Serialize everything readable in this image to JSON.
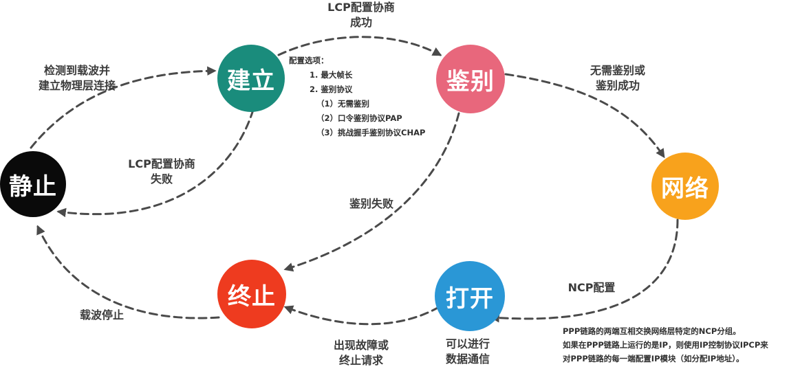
{
  "nodes": {
    "dead": {
      "label": "静止",
      "color": "#0a0a0a"
    },
    "establish": {
      "label": "建立",
      "color": "#1a8c7c"
    },
    "authenticate": {
      "label": "鉴别",
      "color": "#e8677c"
    },
    "network": {
      "label": "网络",
      "color": "#f8a21c"
    },
    "open": {
      "label": "打开",
      "color": "#2a97d6"
    },
    "terminate": {
      "label": "终止",
      "color": "#ee3b1f"
    }
  },
  "transitions": {
    "dead_to_establish": [
      "检测到载波并",
      "建立物理层连接"
    ],
    "establish_to_authenticate": [
      "LCP配置协商",
      "成功"
    ],
    "establish_to_dead": [
      "LCP配置协商",
      "失败"
    ],
    "authenticate_to_network": [
      "无需鉴别或",
      "鉴别成功"
    ],
    "authenticate_to_terminate": [
      "鉴别失败"
    ],
    "network_to_open": [
      "NCP配置"
    ],
    "open_to_terminate": [
      "出现故障或",
      "终止请求"
    ],
    "terminate_to_dead": [
      "载波停止"
    ],
    "open_state": [
      "可以进行",
      "数据通信"
    ]
  },
  "config_options": {
    "title": "配置选项：",
    "items": [
      "1. 最大帧长",
      "2. 鉴别协议"
    ],
    "sub_items": [
      "（1）无需鉴别",
      "（2）口令鉴别协议PAP",
      "（3）挑战握手鉴别协议CHAP"
    ]
  },
  "ncp_note": [
    "PPP链路的两端互相交换网络层特定的NCP分组。",
    "如果在PPP链路上运行的是IP，则使用IP控制协议IPCP来",
    "对PPP链路的每一端配置IP模块（如分配IP地址）。"
  ]
}
